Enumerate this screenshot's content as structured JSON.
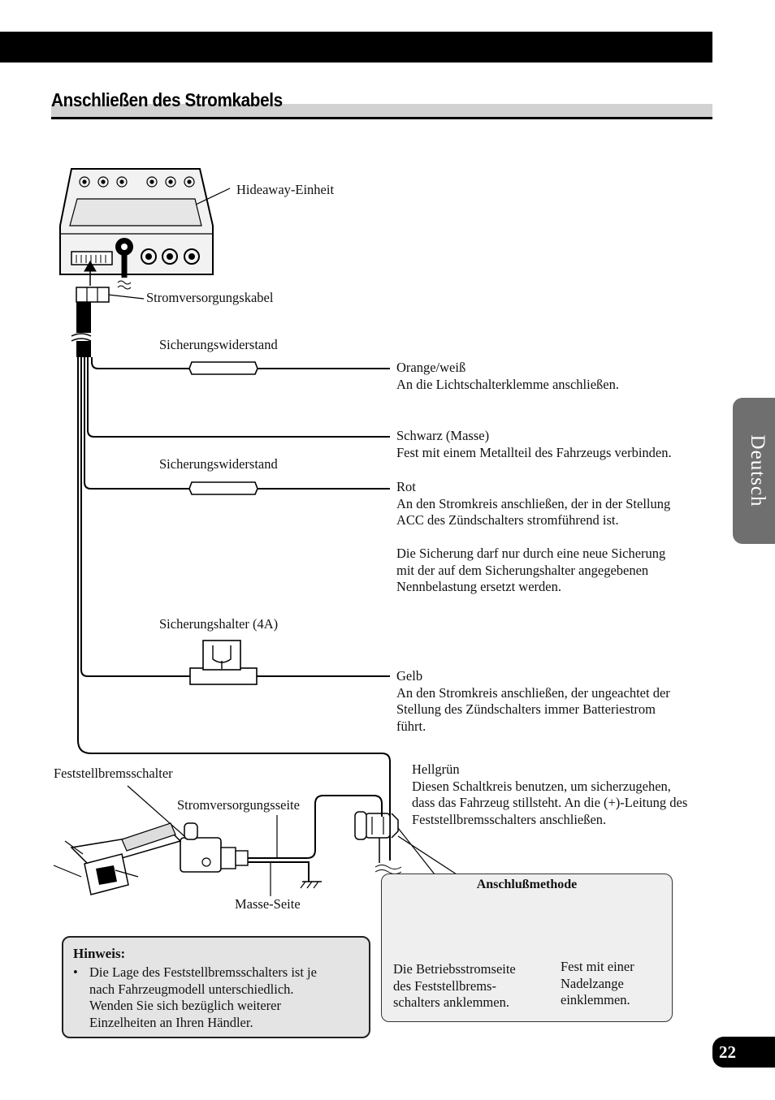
{
  "page": {
    "heading": "Anschließen des Stromkabels",
    "side_tab": "Deutsch",
    "page_number": "22"
  },
  "diagram": {
    "hideaway_unit": "Hideaway-Einheit",
    "power_cable": "Stromversorgungskabel",
    "fuse_resistor_1": "Sicherungswiderstand",
    "fuse_resistor_2": "Sicherungswiderstand",
    "fuse_holder": "Sicherungshalter (4A)",
    "brake_switch": "Feststellbremsschalter",
    "power_side": "Stromversorgungsseite",
    "ground_side": "Masse-Seite"
  },
  "wires": [
    {
      "name": "Orange/weiß",
      "lines": [
        "An die Lichtschalterklemme anschließen."
      ]
    },
    {
      "name": "Schwarz (Masse)",
      "lines": [
        "Fest mit einem Metallteil des Fahrzeugs verbinden."
      ]
    },
    {
      "name": "Rot",
      "lines": [
        "An den Stromkreis anschließen, der in der Stellung",
        "ACC des Zündschalters stromführend ist."
      ]
    },
    {
      "name": "Gelb",
      "lines": [
        "An den Stromkreis anschließen, der ungeachtet der",
        "Stellung des Zündschalters immer Batteriestrom",
        "führt."
      ]
    },
    {
      "name": "Hellgrün",
      "lines": [
        "Diesen Schaltkreis benutzen, um sicherzugehen,",
        "dass das Fahrzeug stillsteht. An die (+)-Leitung des",
        "Feststellbremsschalters anschließen."
      ]
    }
  ],
  "fuse_note": [
    "Die Sicherung darf nur durch eine neue Sicherung",
    "mit der auf dem Sicherungshalter angegebenen",
    "Nennbelastung ersetzt werden."
  ],
  "hint": {
    "title": "Hinweis:",
    "bullet": "•",
    "lines": [
      "Die Lage des Feststellbremsschalters ist je",
      "nach Fahrzeugmodell unterschiedlich.",
      "Wenden Sie sich bezüglich weiterer",
      "Einzelheiten an Ihren Händler."
    ]
  },
  "connection_method": {
    "title": "Anschlußmethode",
    "step1": [
      "Die Betriebsstromseite",
      "des Feststellbrems-",
      "schalters anklemmen."
    ],
    "step2": [
      "Fest mit einer",
      "Nadelzange",
      "einklemmen."
    ]
  },
  "colors": {
    "tab_gray": "#6f6f6f",
    "band_gray": "#d2d2d2",
    "box_gray": "#e4e4e4"
  }
}
